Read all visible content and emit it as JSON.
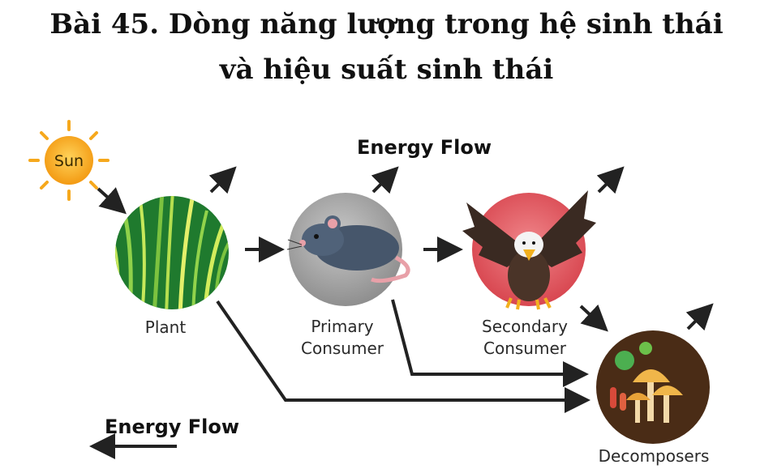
{
  "title": {
    "line1": "Bài 45. Dòng năng lượng trong hệ sinh thái",
    "line2": "và hiệu suất sinh thái"
  },
  "diagram": {
    "sun_label": "Sun",
    "energy_flow_top": "Energy Flow",
    "energy_flow_bottom": "Energy Flow",
    "nodes": [
      {
        "id": "plant",
        "label": [
          "Plant"
        ]
      },
      {
        "id": "primary-consumer",
        "label": [
          "Primary",
          "Consumer"
        ]
      },
      {
        "id": "secondary-consumer",
        "label": [
          "Secondary",
          "Consumer"
        ]
      },
      {
        "id": "decomposers",
        "label": [
          "Decomposers"
        ]
      }
    ]
  },
  "colors": {
    "sun": "#f6a81c",
    "plant_bg": "#1f7a2e",
    "primary_bg": "#a9a9a9",
    "secondary_bg": "#e0525a",
    "decomposer_bg": "#4a2c16",
    "arrow": "#222222"
  }
}
